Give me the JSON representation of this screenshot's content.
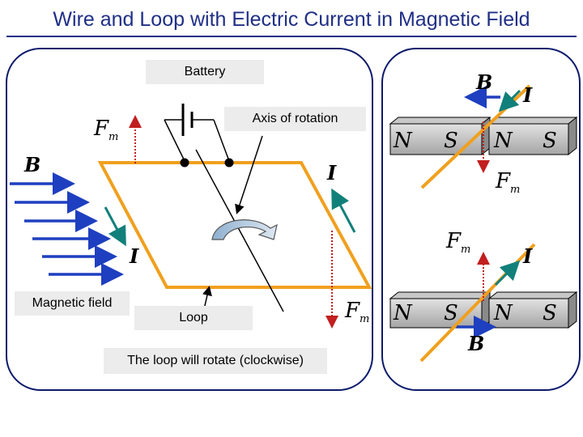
{
  "title": "Wire and Loop with Electric Current in Magnetic Field",
  "labels": {
    "battery": "Battery",
    "axis": "Axis of rotation",
    "magnetic_field": "Magnetic field",
    "loop": "Loop",
    "rotation_note": "The loop will rotate (clockwise)"
  },
  "symbols": {
    "force": "F",
    "force_sub": "m",
    "field": "B",
    "current": "I",
    "north": "N",
    "south": "S"
  },
  "colors": {
    "title": "#1f2f86",
    "panel_border": "#0c1a6b",
    "loop": "#f0a01e",
    "field_arrow": "#1e3fbf",
    "current_arrow": "#12807a",
    "force_arrow": "#c21f1f"
  }
}
